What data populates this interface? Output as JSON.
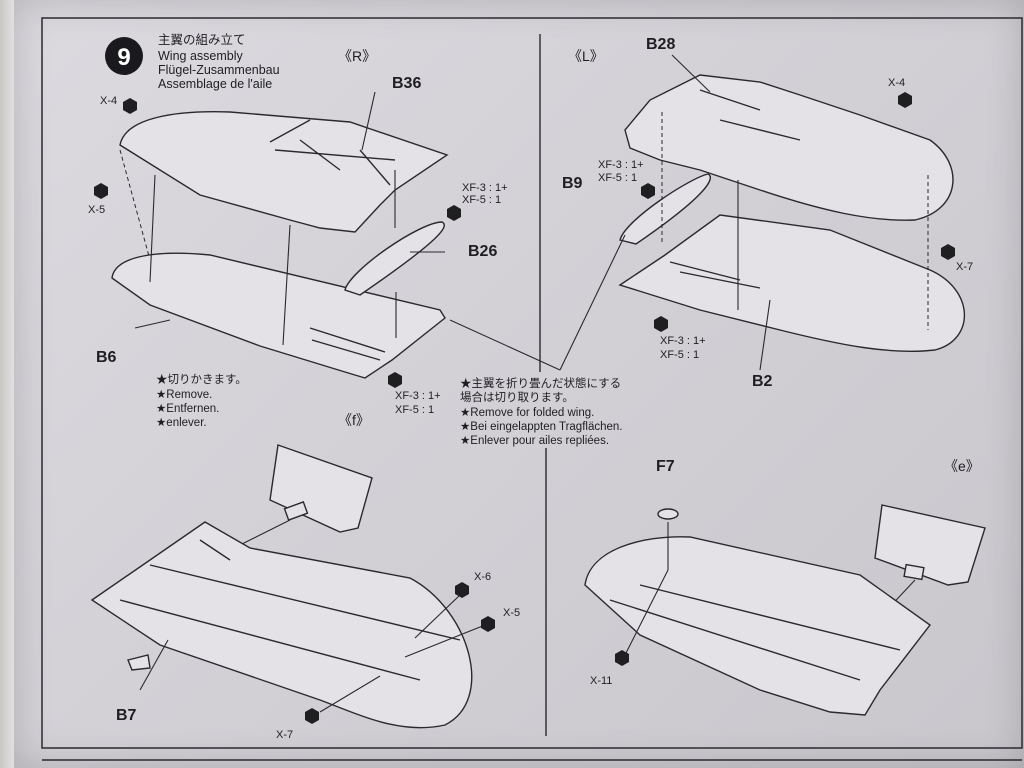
{
  "step": {
    "number": "9",
    "title_jp": "主翼の組み立て",
    "title_en": "Wing assembly",
    "title_de": "Flügel-Zusammenbau",
    "title_fr": "Assemblage de l'aile"
  },
  "sections": {
    "right": "《R》",
    "left": "《L》",
    "f": "《f》",
    "e": "《e》"
  },
  "parts": {
    "b36": "B36",
    "b28": "B28",
    "b26": "B26",
    "b9": "B9",
    "b6": "B6",
    "b2": "B2",
    "b7": "B7",
    "f7": "F7"
  },
  "paint": {
    "x4": "X-4",
    "x5": "X-5",
    "x6": "X-6",
    "x7": "X-7",
    "x11": "X-11",
    "xf_line1": "XF-3 : 1+",
    "xf_line2": "XF-5 : 1"
  },
  "notes": {
    "remove": {
      "jp": "★切りかきます。",
      "en": "★Remove.",
      "de": "★Entfernen.",
      "fr": "★enlever."
    },
    "folded": {
      "jp1": "★主翼を折り畳んだ状態にする",
      "jp2": "場合は切り取ります。",
      "en": "★Remove for folded wing.",
      "de": "★Bei eingelappten Tragflächen.",
      "fr": "★Enlever pour ailes repliées."
    }
  },
  "colors": {
    "paper": "#d6d4d9",
    "ink": "#1e1e22"
  }
}
